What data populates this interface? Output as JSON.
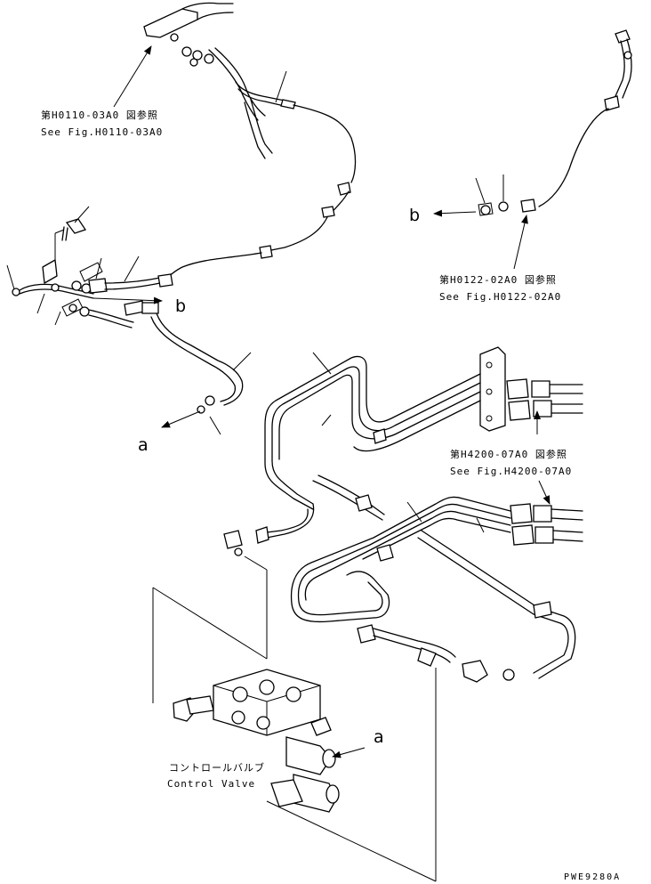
{
  "references": {
    "top_left": {
      "jp": "第H0110-03A0 図参照",
      "en": "See Fig.H0110-03A0"
    },
    "top_right": {
      "jp": "第H0122-02A0 図参照",
      "en": "See Fig.H0122-02A0"
    },
    "mid_right": {
      "jp": "第H4200-07A0 図参照",
      "en": "See Fig.H4200-07A0"
    }
  },
  "callouts": {
    "b_right": "b",
    "b_left": "b",
    "a_left": "a",
    "a_right": "a"
  },
  "control_valve": {
    "jp": "コントロールバルブ",
    "en": "Control Valve"
  },
  "drawing_code": "PWE9280A"
}
